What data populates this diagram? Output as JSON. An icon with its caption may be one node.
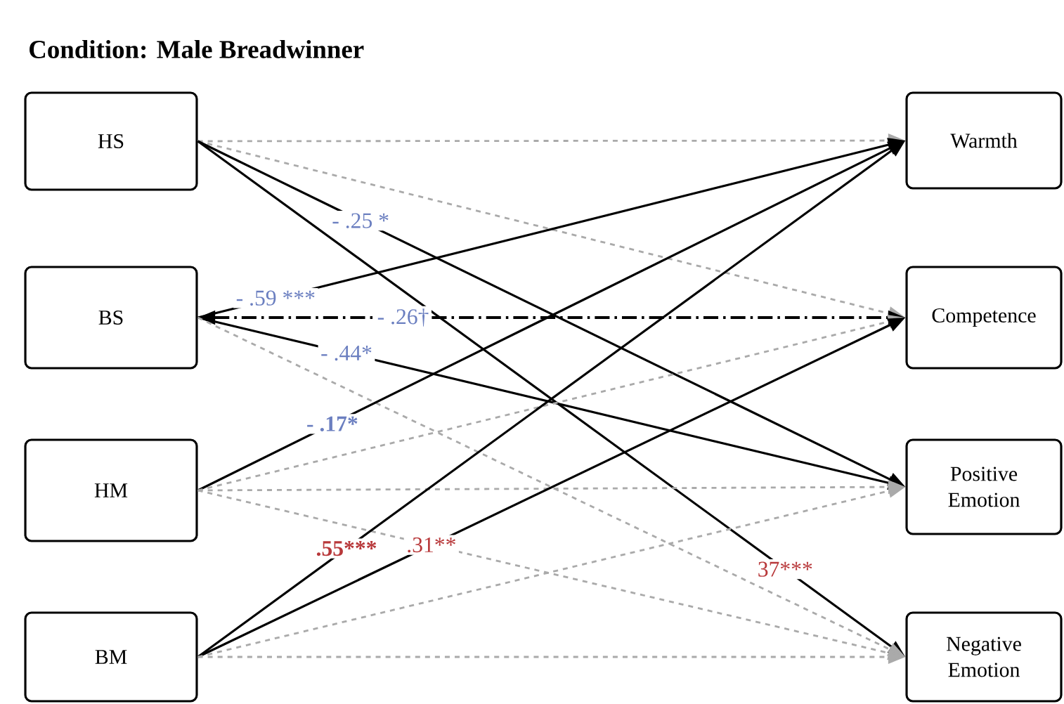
{
  "diagram": {
    "title": "Condition: Male Breadwinner",
    "nodes": [
      {
        "text": [
          "HS"
        ]
      },
      {
        "text": [
          "BS"
        ]
      },
      {
        "text": [
          "HM"
        ]
      },
      {
        "text": [
          "BM"
        ]
      },
      {
        "text": [
          "Warmth"
        ]
      },
      {
        "text": [
          "Competence"
        ]
      },
      {
        "text": [
          "Positive Emotion"
        ]
      },
      {
        "text": [
          "Negative Emotion"
        ]
      }
    ],
    "edges": [
      {
        "from": 0,
        "to": 4,
        "arrow": "to",
        "style": "dashed",
        "color": "#aaaaaa"
      },
      {
        "from": 0,
        "to": 5,
        "arrow": "to",
        "style": "dashed",
        "color": "#aaaaaa"
      },
      {
        "from": 0,
        "to": 6,
        "arrow": "to",
        "label": "- .25 *",
        "color": "#000000"
      },
      {
        "from": 0,
        "to": 7,
        "arrow": "to",
        "label": "37***",
        "color": "#000000"
      },
      {
        "from": 1,
        "to": 4,
        "arrow": "to",
        "label": "- .59 ***",
        "color": "#000000"
      },
      {
        "from": 1,
        "to": 5,
        "arrow": "both",
        "label": "- .26†",
        "style": "dashed",
        "color": "#000000"
      },
      {
        "from": 1,
        "to": 6,
        "arrow": "to",
        "label": "- .44*",
        "color": "#000000"
      },
      {
        "from": 1,
        "to": 7,
        "arrow": "to",
        "style": "dashed",
        "color": "#aaaaaa"
      },
      {
        "from": 2,
        "to": 4,
        "arrow": "to",
        "label": "- .17*",
        "color": "#000000"
      },
      {
        "from": 2,
        "to": 5,
        "arrow": "to",
        "style": "dashed",
        "color": "#aaaaaa"
      },
      {
        "from": 2,
        "to": 6,
        "arrow": "to",
        "style": "dashed",
        "color": "#aaaaaa"
      },
      {
        "from": 2,
        "to": 7,
        "arrow": "to",
        "style": "dashed",
        "color": "#aaaaaa"
      },
      {
        "from": 3,
        "to": 4,
        "arrow": "to",
        "label": ".55***",
        "color": "#000000"
      },
      {
        "from": 3,
        "to": 5,
        "arrow": "to",
        "label": ".31**",
        "color": "#000000"
      },
      {
        "from": 3,
        "to": 6,
        "arrow": "to",
        "style": "dashed",
        "color": "#aaaaaa"
      },
      {
        "from": 3,
        "to": 7,
        "arrow": "to",
        "style": "dashed",
        "color": "#aaaaaa"
      }
    ]
  }
}
